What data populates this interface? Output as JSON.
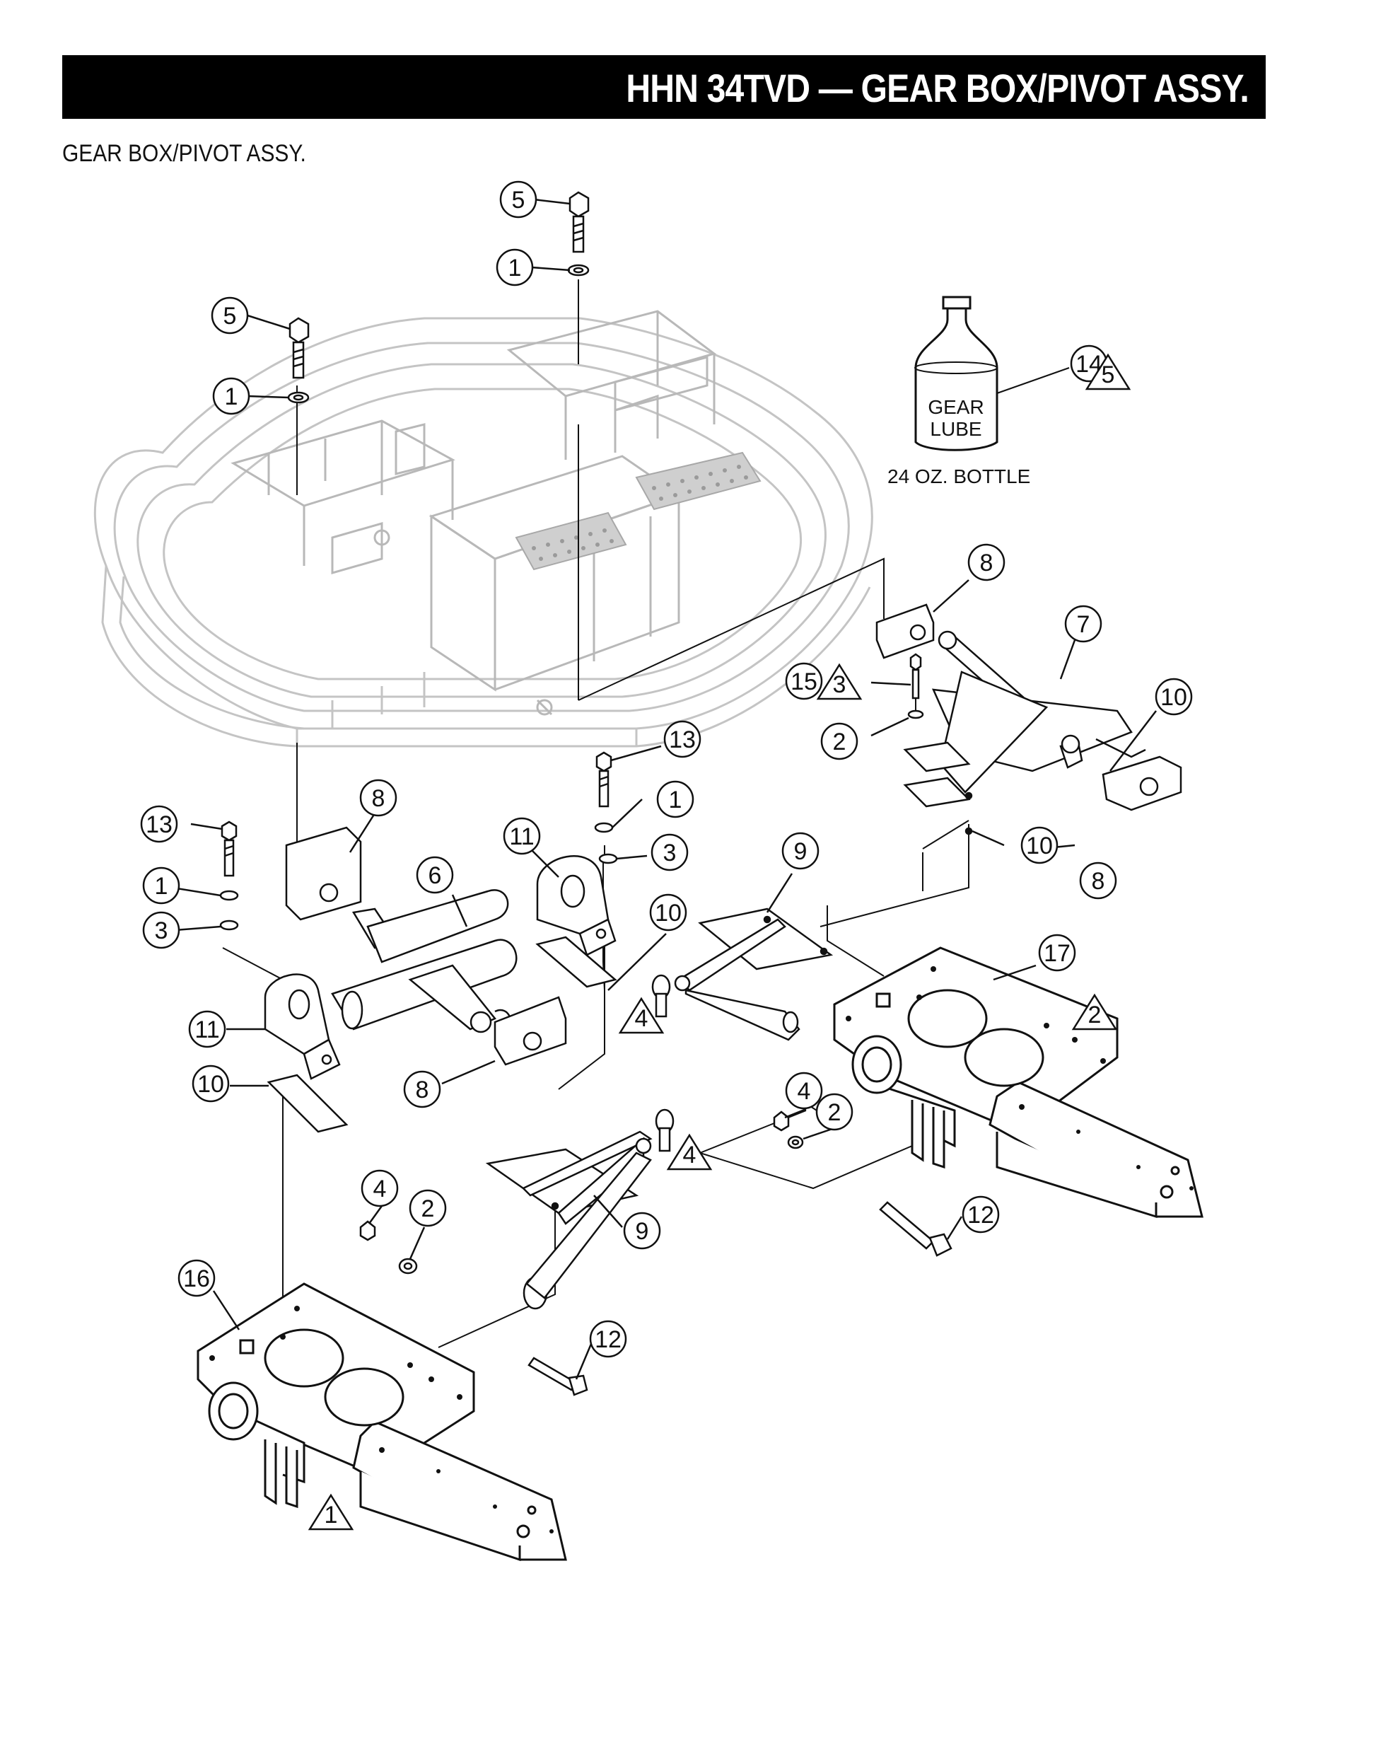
{
  "header": {
    "title": "HHN 34TVD — GEAR BOX/PIVOT ASSY."
  },
  "subtitle": "GEAR BOX/PIVOT ASSY.",
  "bottle": {
    "label_line1": "GEAR",
    "label_line2": "LUBE",
    "caption": "24 OZ. BOTTLE"
  },
  "callouts": [
    {
      "num": "5"
    },
    {
      "num": "1"
    },
    {
      "num": "5"
    },
    {
      "num": "1"
    },
    {
      "num": "14"
    },
    {
      "num": "8"
    },
    {
      "num": "7"
    },
    {
      "num": "15"
    },
    {
      "num": "10"
    },
    {
      "num": "2"
    },
    {
      "num": "13"
    },
    {
      "num": "1"
    },
    {
      "num": "10"
    },
    {
      "num": "8"
    },
    {
      "num": "13"
    },
    {
      "num": "8"
    },
    {
      "num": "11"
    },
    {
      "num": "3"
    },
    {
      "num": "9"
    },
    {
      "num": "1"
    },
    {
      "num": "6"
    },
    {
      "num": "10"
    },
    {
      "num": "3"
    },
    {
      "num": "17"
    },
    {
      "num": "11"
    },
    {
      "num": "10"
    },
    {
      "num": "8"
    },
    {
      "num": "4"
    },
    {
      "num": "2"
    },
    {
      "num": "4"
    },
    {
      "num": "2"
    },
    {
      "num": "9"
    },
    {
      "num": "12"
    },
    {
      "num": "16"
    },
    {
      "num": "12"
    }
  ],
  "notes": [
    {
      "num": "5"
    },
    {
      "num": "3"
    },
    {
      "num": "2"
    },
    {
      "num": "4"
    },
    {
      "num": "4"
    },
    {
      "num": "1"
    }
  ]
}
